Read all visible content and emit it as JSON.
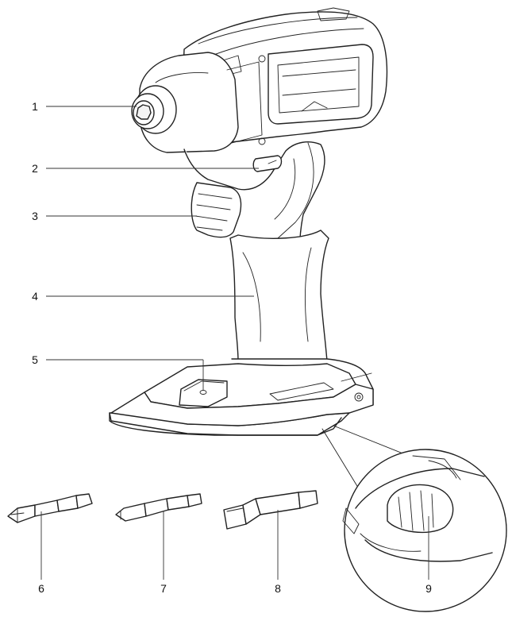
{
  "figure": {
    "callouts": [
      {
        "id": 1,
        "label": "1"
      },
      {
        "id": 2,
        "label": "2"
      },
      {
        "id": 3,
        "label": "3"
      },
      {
        "id": 4,
        "label": "4"
      },
      {
        "id": 5,
        "label": "5"
      },
      {
        "id": 6,
        "label": "6"
      },
      {
        "id": 7,
        "label": "7"
      },
      {
        "id": 8,
        "label": "8"
      },
      {
        "id": 9,
        "label": "9"
      }
    ],
    "line_color": "#222222",
    "background": "#ffffff"
  }
}
